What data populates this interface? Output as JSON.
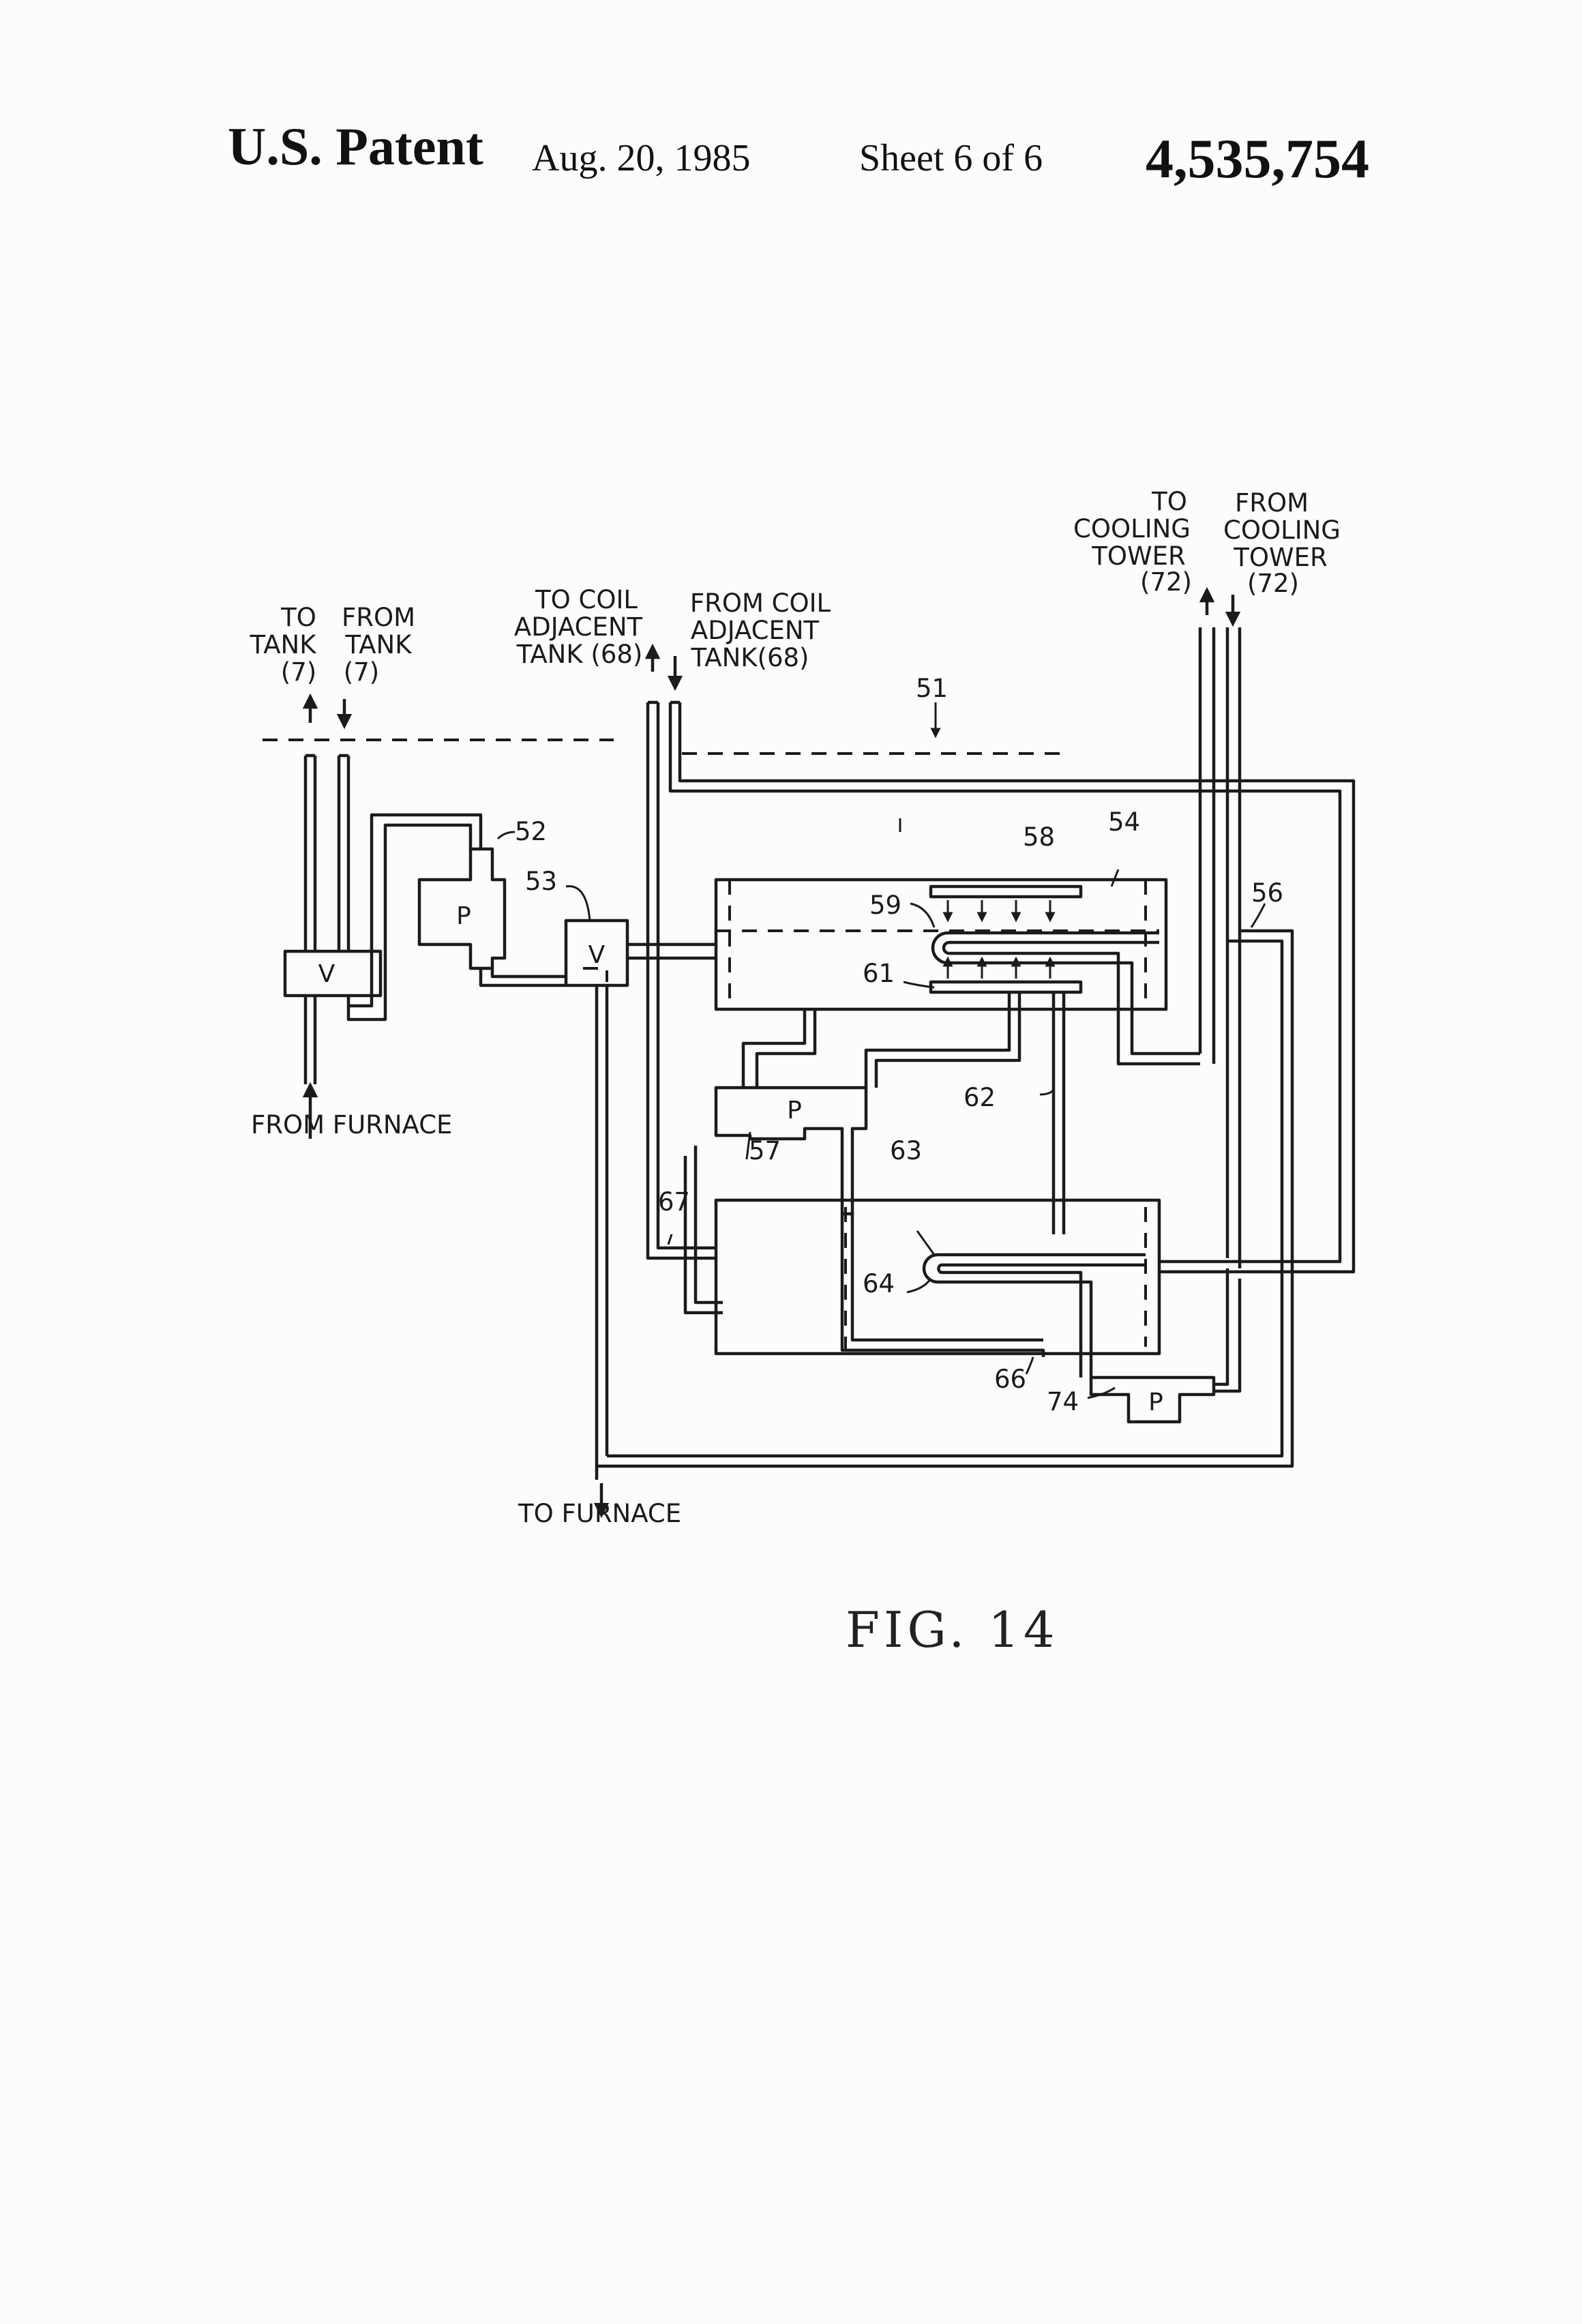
{
  "header": {
    "title": "U.S. Patent",
    "date": "Aug. 20, 1985",
    "sheet": "Sheet 6 of 6",
    "patent_number": "4,535,754"
  },
  "labels": {
    "to_tank": [
      "TO",
      "TANK",
      "(7)"
    ],
    "from_tank": [
      "FROM",
      "TANK",
      "(7)"
    ],
    "to_coil": [
      "TO COIL",
      "ADJACENT",
      "TANK (68)"
    ],
    "from_coil": [
      "FROM COIL",
      "ADJACENT",
      "TANK(68)"
    ],
    "to_cooling": [
      "TO",
      "COOLING",
      "TOWER",
      "(72)"
    ],
    "from_cooling": [
      "FROM",
      "COOLING",
      "TOWER",
      "(72)"
    ],
    "from_furnace": "FROM FURNACE",
    "to_furnace": "TO FURNACE"
  },
  "components": {
    "pump": "P",
    "valve": "V"
  },
  "refs": {
    "r51": "51",
    "r52": "52",
    "r53": "53",
    "r54": "54",
    "r56": "56",
    "r57": "57",
    "r58": "58",
    "r59": "59",
    "r61": "61",
    "r62": "62",
    "r63": "63",
    "r64": "64",
    "r66": "66",
    "r67": "67",
    "r74": "74"
  },
  "figure": "FIG. 14"
}
